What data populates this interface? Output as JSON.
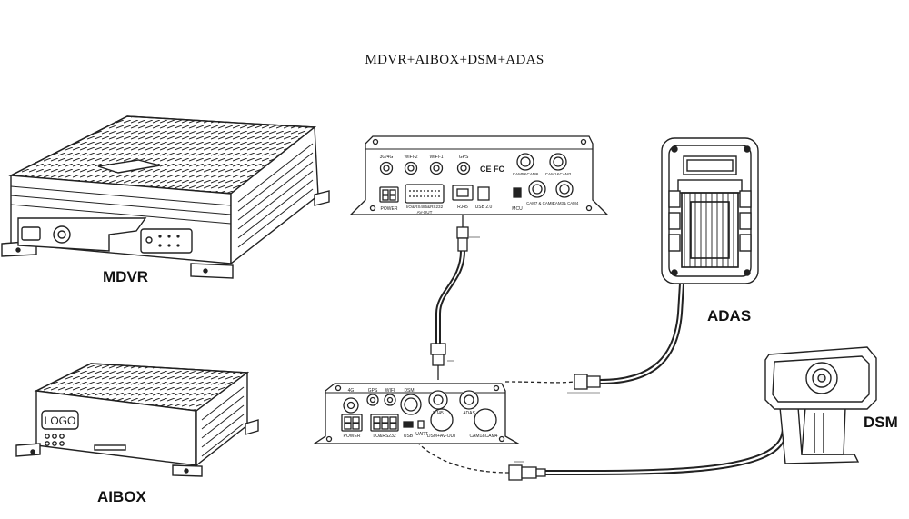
{
  "title": "MDVR+AIBOX+DSM+ADAS",
  "devices": {
    "mdvr": "MDVR",
    "aibox": "AIBOX",
    "adas": "ADAS",
    "dsm": "DSM"
  },
  "aibox_logo": "LOGO",
  "mdvr_rear_panel": {
    "top_ports": [
      "3G/4G",
      "WIFI-2",
      "WIFI-1",
      "GPS"
    ],
    "ce_fc": "CE FC",
    "cam_top": [
      "CAM5&CAM6",
      "CAM1&CAM2"
    ],
    "bottom_labels": [
      "POWER",
      "I/O&RS485&RS232",
      "AV-OUT",
      "RJ45",
      "USB 2.0",
      "MCU",
      "CAM7 & CAM8",
      "CAM3& CAM4"
    ]
  },
  "aibox_rear_panel": {
    "top_ports": [
      "4G",
      "GPS",
      "WIFI",
      "DSM",
      "RJ45",
      "ADAS"
    ],
    "bottom_labels": [
      "POWER",
      "I/O&RS232",
      "USB",
      "UART",
      "DSM+AV-OUT",
      "CAM1&CAM4"
    ]
  },
  "icons": [
    "wifi-antenna-icon",
    "gps-antenna-icon",
    "usb-port-icon"
  ]
}
